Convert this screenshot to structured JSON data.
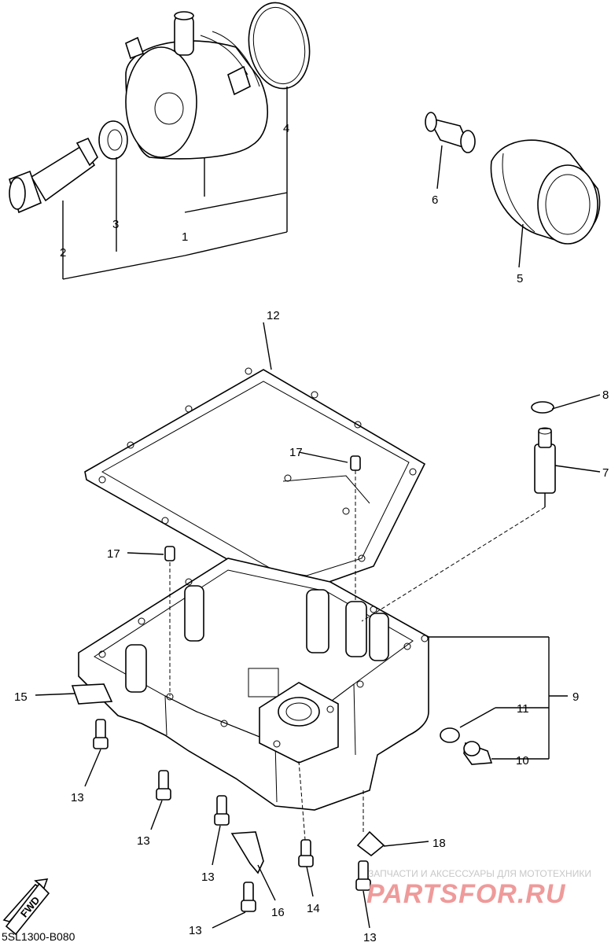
{
  "callouts": {
    "c1": "1",
    "c2": "2",
    "c3": "3",
    "c4": "4",
    "c5": "5",
    "c6": "6",
    "c7": "7",
    "c8": "8",
    "c9": "9",
    "c10": "10",
    "c11": "11",
    "c12": "12",
    "c13a": "13",
    "c13b": "13",
    "c13c": "13",
    "c13d": "13",
    "c13e": "13",
    "c14": "14",
    "c15": "15",
    "c16": "16",
    "c17a": "17",
    "c17b": "17",
    "c18": "18"
  },
  "diagram_code": "5SL1300-B080",
  "fwd_label": "FWD",
  "watermark": {
    "caption": "ЗАПЧАСТИ И АКСЕССУАРЫ ДЛЯ МОТОТЕХНИКИ",
    "brand": "PARTSFOR.RU"
  }
}
